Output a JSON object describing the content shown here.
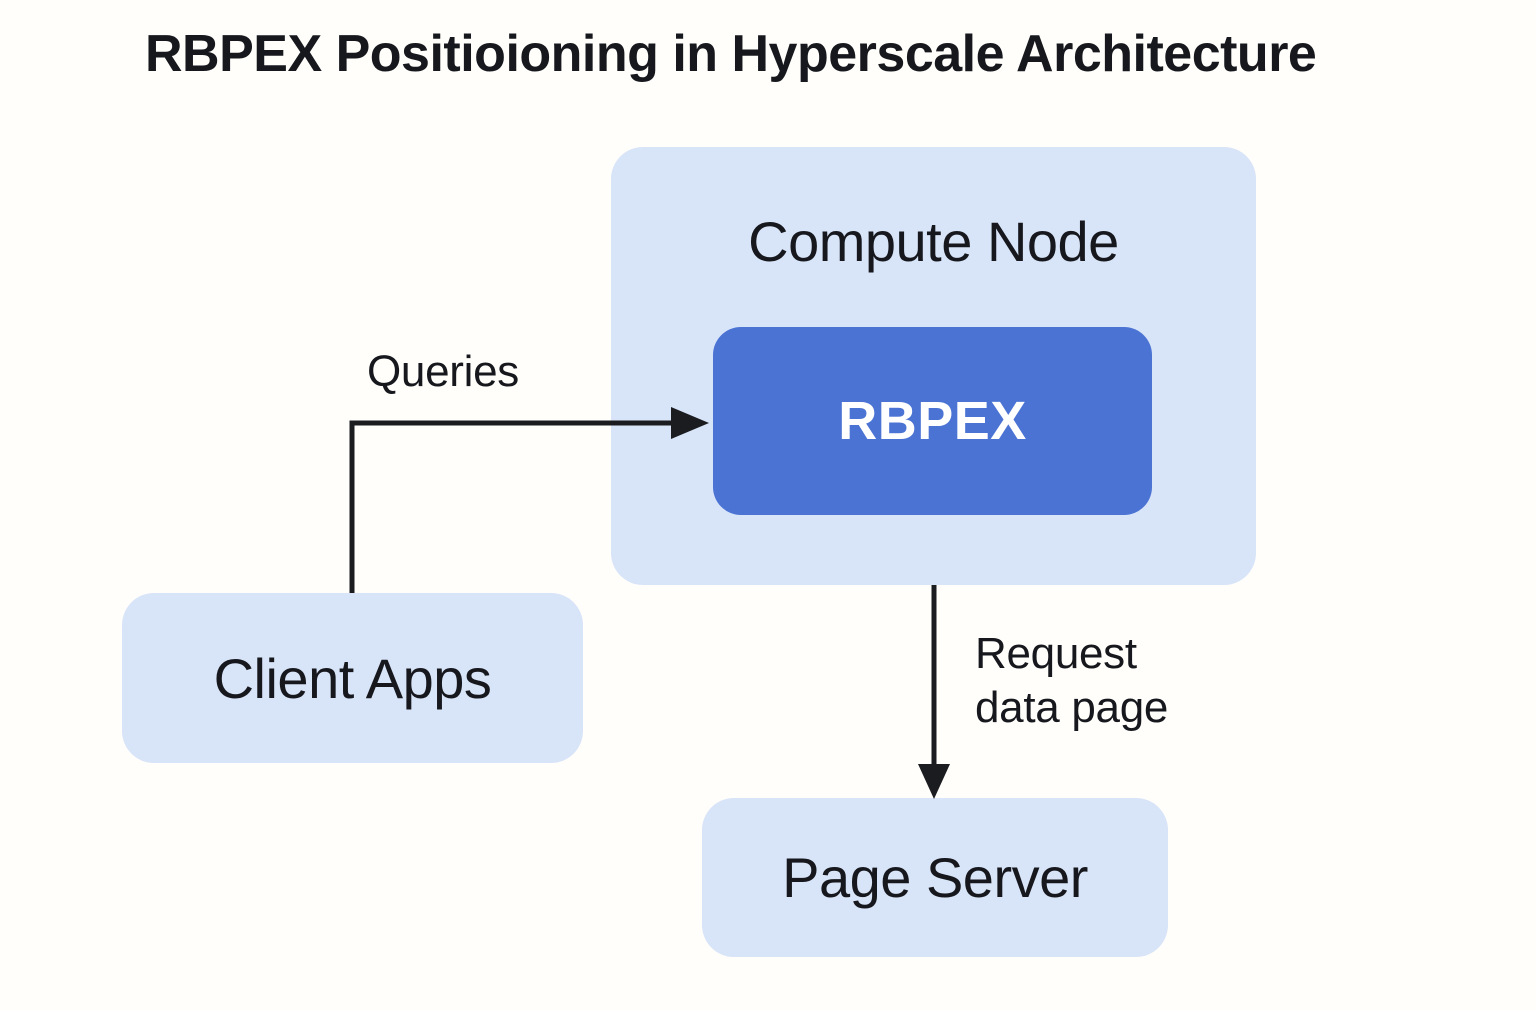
{
  "title": "RBPEX Positioioning in Hyperscale Architecture",
  "nodes": {
    "compute_node": {
      "label": "Compute Node",
      "type": "container"
    },
    "rbpex": {
      "label": "RBPEX",
      "type": "accent",
      "parent": "Compute Node"
    },
    "client_apps": {
      "label": "Client Apps",
      "type": "container"
    },
    "page_server": {
      "label": "Page Server",
      "type": "container"
    }
  },
  "edges": [
    {
      "from": "Client Apps",
      "to": "RBPEX",
      "label": "Queries",
      "direction": "up-then-right"
    },
    {
      "from": "Compute Node",
      "to": "Page Server",
      "label": "Request data page",
      "label_lines": [
        "Request",
        "data page"
      ],
      "direction": "down"
    }
  ],
  "colors": {
    "background": "#fffefb",
    "node_fill": "#d8e4f8",
    "accent_fill": "#4b73d4",
    "accent_text": "#ffffff",
    "text": "#16181d",
    "arrow": "#1a1c20"
  }
}
